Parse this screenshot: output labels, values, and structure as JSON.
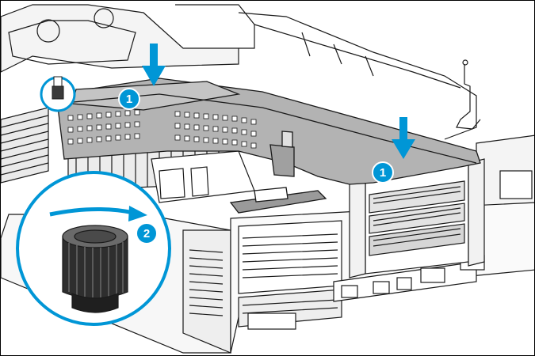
{
  "figure": {
    "steps": [
      {
        "number": "1",
        "role": "lower-riser-cage"
      },
      {
        "number": "1",
        "role": "lower-riser-cage"
      },
      {
        "number": "2",
        "role": "tighten-thumbscrew"
      }
    ]
  },
  "colors": {
    "accent": "#0096d6",
    "line": "#1a1a1a",
    "riser_fill": "#b3b3b3",
    "background": "#ffffff"
  },
  "icons": [
    "down-arrow-icon",
    "curved-arrow-icon",
    "thumbscrew-icon"
  ]
}
